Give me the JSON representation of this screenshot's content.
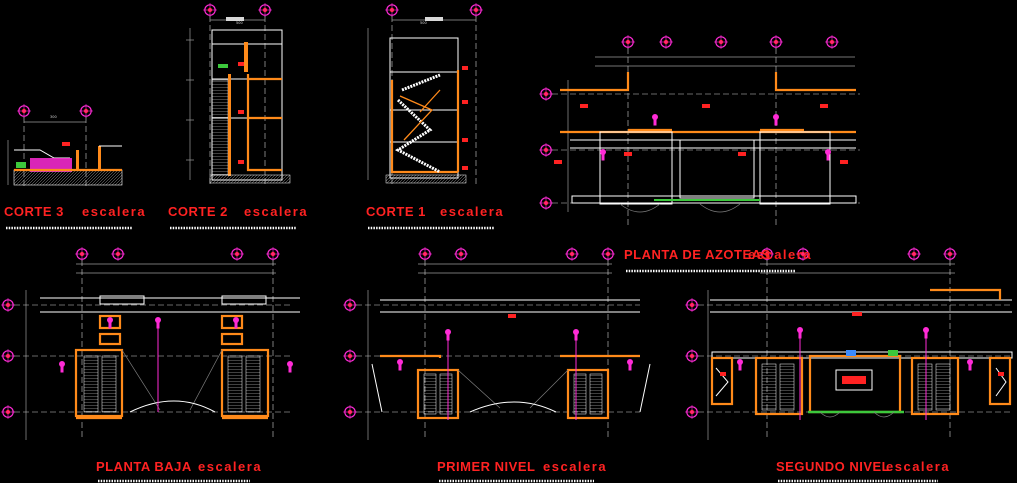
{
  "drawings": [
    {
      "key": "corte3",
      "title": "CORTE 3",
      "subtitle": "escalera"
    },
    {
      "key": "corte2",
      "title": "CORTE 2",
      "subtitle": "escalera"
    },
    {
      "key": "corte1",
      "title": "CORTE 1",
      "subtitle": "escalera"
    },
    {
      "key": "azoteas",
      "title": "PLANTA DE AZOTEAS",
      "subtitle": "escalera"
    },
    {
      "key": "baja",
      "title": "PLANTA BAJA",
      "subtitle": "escalera"
    },
    {
      "key": "primer",
      "title": "PRIMER NIVEL",
      "subtitle": "escalera"
    },
    {
      "key": "segundo",
      "title": "SEGUNDO NIVEL",
      "subtitle": "escalera"
    }
  ],
  "colors": {
    "background": "#000000",
    "title_red": "#ff2222",
    "wall_orange": "#ff8a1a",
    "axis_magenta": "#ff2bd6",
    "line_white": "#ffffff",
    "dim_gray": "#9a9a9a"
  }
}
